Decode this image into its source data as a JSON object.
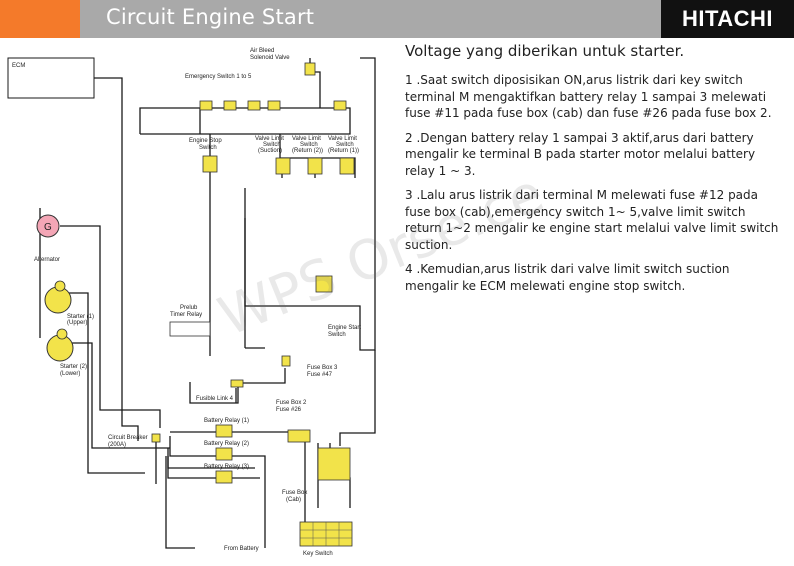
{
  "header": {
    "title": "Circuit Engine Start",
    "brand": "HITACHI",
    "colors": {
      "accent": "#f47a2a",
      "bar": "#a9a9a9",
      "brand_bg": "#111111"
    }
  },
  "diagram": {
    "labels": {
      "ecm": "ECM",
      "air_bleed_1": "Air Bleed",
      "air_bleed_2": "Solenoid Valve",
      "emergency_switch": "Emergency Switch 1 to 5",
      "engine_stop_1": "Engine Stop",
      "engine_stop_2": "Switch",
      "vls1_1": "Valve Limit",
      "vls1_2": "Switch",
      "vls1_3": "(Suction)",
      "vls2_1": "Valve Limit",
      "vls2_2": "Switch",
      "vls2_3": "(Return (2))",
      "vls3_1": "Valve Limit",
      "vls3_2": "Switch",
      "vls3_3": "(Return (1))",
      "alternator": "Alternator",
      "alternator_symbol": "G",
      "starter_upper_1": "Starter (1)",
      "starter_upper_2": "(Upper)",
      "starter_lower_1": "Starter (2)",
      "starter_lower_2": "(Lower)",
      "prelub_1": "Prelub",
      "prelub_2": "Timer Relay",
      "engine_start_1": "Engine Start",
      "engine_start_2": "Switch",
      "fuse_box3_1": "Fuse Box 3",
      "fuse_box3_2": "Fuse #47",
      "fusible_link": "Fusible Link 4",
      "fuse_box2_1": "Fuse Box 2",
      "fuse_box2_2": "Fuse #26",
      "battery_relay_1": "Battery Relay (1)",
      "battery_relay_2": "Battery Relay (2)",
      "battery_relay_3": "Battery Relay (3)",
      "circuit_breaker_1": "Circuit Breaker",
      "circuit_breaker_2": "(200A)",
      "fuse_box_cab_1": "Fuse Box",
      "fuse_box_cab_2": "(Cab)",
      "from_battery": "From Battery",
      "key_switch": "Key Switch"
    }
  },
  "content": {
    "heading": "Voltage yang diberikan untuk starter.",
    "paragraphs": [
      "1 .Saat switch diposisikan ON,arus listrik dari key switch terminal M mengaktifkan battery relay 1 sampai 3 melewati fuse #11 pada fuse box (cab) dan fuse #26 pada fuse box 2.",
      "2 .Dengan battery relay 1 sampai 3 aktif,arus dari battery mengalir ke terminal B pada starter motor melalui battery relay 1 ~ 3.",
      "3 .Lalu arus listrik dari terminal M  melewati fuse #12 pada fuse box (cab),emergency switch 1~ 5,valve limit switch return 1~2 mengalir ke engine start melalui valve limit switch suction.",
      "4 .Kemudian,arus listrik dari valve limit switch suction mengalir ke ECM melewati engine stop switch."
    ]
  },
  "watermark": "WPS Orse.ce"
}
